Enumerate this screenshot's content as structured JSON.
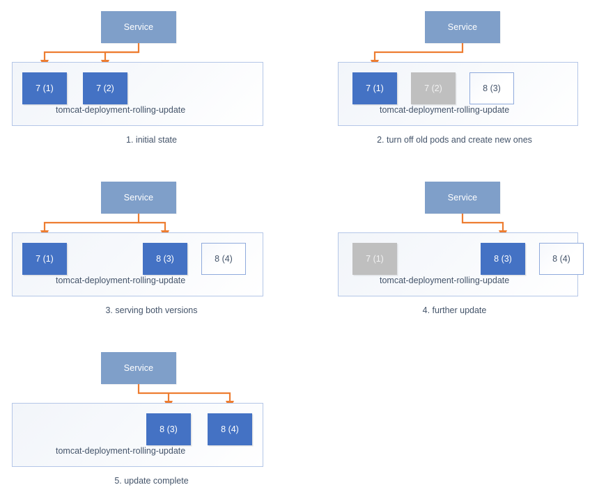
{
  "diagram": {
    "title": "Kubernetes Deployment Rolling Update",
    "colors": {
      "service": "#7F9FC9",
      "pod_active": "#4472C4",
      "pod_terminating": "#BFBFBF",
      "pod_pending_border": "#8FAADC",
      "connector": "#ED7D31",
      "text": "#44546A",
      "container_border": "#B4C6E7"
    },
    "panels": [
      {
        "id": "panel-1",
        "service_label": "Service",
        "deployment_label": "tomcat-deployment-rolling-update",
        "caption": "1. initial state",
        "pods": [
          {
            "label": "7 (1)",
            "state": "active"
          },
          {
            "label": "7 (2)",
            "state": "active"
          }
        ]
      },
      {
        "id": "panel-2",
        "service_label": "Service",
        "deployment_label": "tomcat-deployment-rolling-update",
        "caption": "2. turn off old pods and create new ones",
        "pods": [
          {
            "label": "7 (1)",
            "state": "active"
          },
          {
            "label": "7 (2)",
            "state": "terminating"
          },
          {
            "label": "8 (3)",
            "state": "pending"
          }
        ]
      },
      {
        "id": "panel-3",
        "service_label": "Service",
        "deployment_label": "tomcat-deployment-rolling-update",
        "caption": "3. serving both versions",
        "pods": [
          {
            "label": "7 (1)",
            "state": "active"
          },
          {
            "label": "8 (3)",
            "state": "active"
          },
          {
            "label": "8 (4)",
            "state": "pending"
          }
        ]
      },
      {
        "id": "panel-4",
        "service_label": "Service",
        "deployment_label": "tomcat-deployment-rolling-update",
        "caption": "4. further update",
        "pods": [
          {
            "label": "7 (1)",
            "state": "terminating"
          },
          {
            "label": "8 (3)",
            "state": "active"
          },
          {
            "label": "8 (4)",
            "state": "pending"
          }
        ]
      },
      {
        "id": "panel-5",
        "service_label": "Service",
        "deployment_label": "tomcat-deployment-rolling-update",
        "caption": "5. update complete",
        "pods": [
          {
            "label": "8 (3)",
            "state": "active"
          },
          {
            "label": "8 (4)",
            "state": "active"
          }
        ]
      }
    ]
  }
}
